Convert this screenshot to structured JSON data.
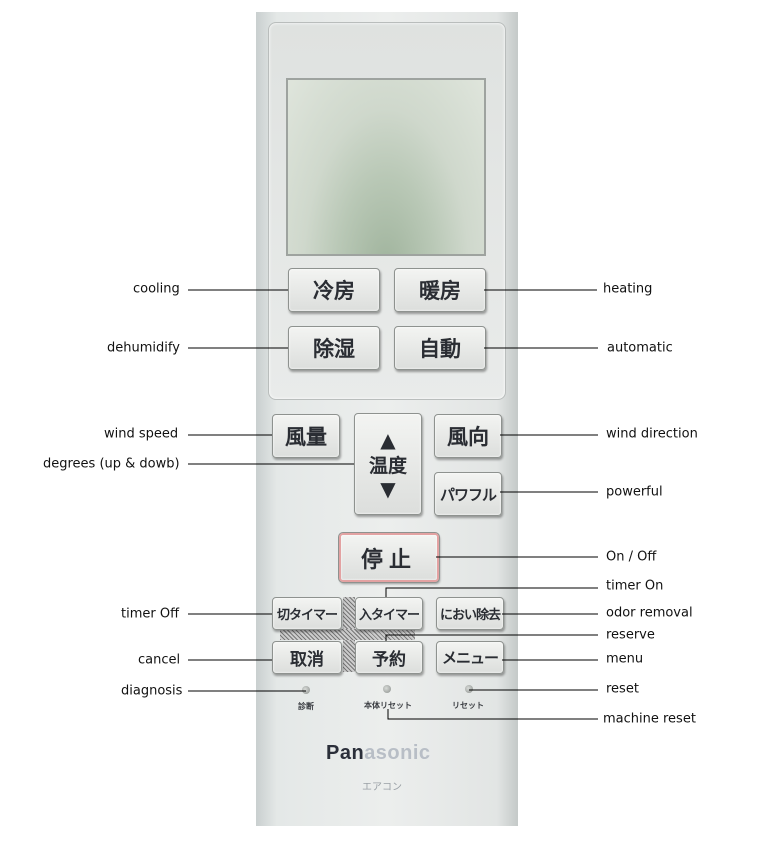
{
  "remote": {
    "buttons": {
      "cooling": "冷房",
      "heating": "暖房",
      "dehumidify": "除湿",
      "automatic": "自動",
      "wind_speed": "風量",
      "temperature": "温度",
      "temp_up": "▲",
      "temp_down": "▼",
      "wind_direction": "風向",
      "powerful": "パワフル",
      "stop": "停止",
      "timer_off": "切タイマー",
      "timer_on": "入タイマー",
      "odor_removal": "におい除去",
      "cancel": "取消",
      "reserve": "予約",
      "menu": "メニュー"
    },
    "leds": {
      "diagnosis": "診断",
      "machine_reset": "本体リセット",
      "reset": "リセット"
    },
    "brand": "Panasonic",
    "brand_visible": "Pan",
    "brand_faded": "asonic",
    "product": "エアコン"
  },
  "annotations": {
    "cooling": "cooling",
    "heating": "heating",
    "dehumidify": "dehumidify",
    "automatic": "automatic",
    "wind_speed": "wind speed",
    "wind_direction": "wind direction",
    "degrees": "degrees (up & dowb)",
    "powerful": "powerful",
    "on_off": "On / Off",
    "timer_on": "timer On",
    "timer_off": "timer Off",
    "odor_removal": "odor removal",
    "reserve": "reserve",
    "cancel": "cancel",
    "menu": "menu",
    "diagnosis": "diagnosis",
    "reset": "reset",
    "machine_reset": "machine reset"
  }
}
